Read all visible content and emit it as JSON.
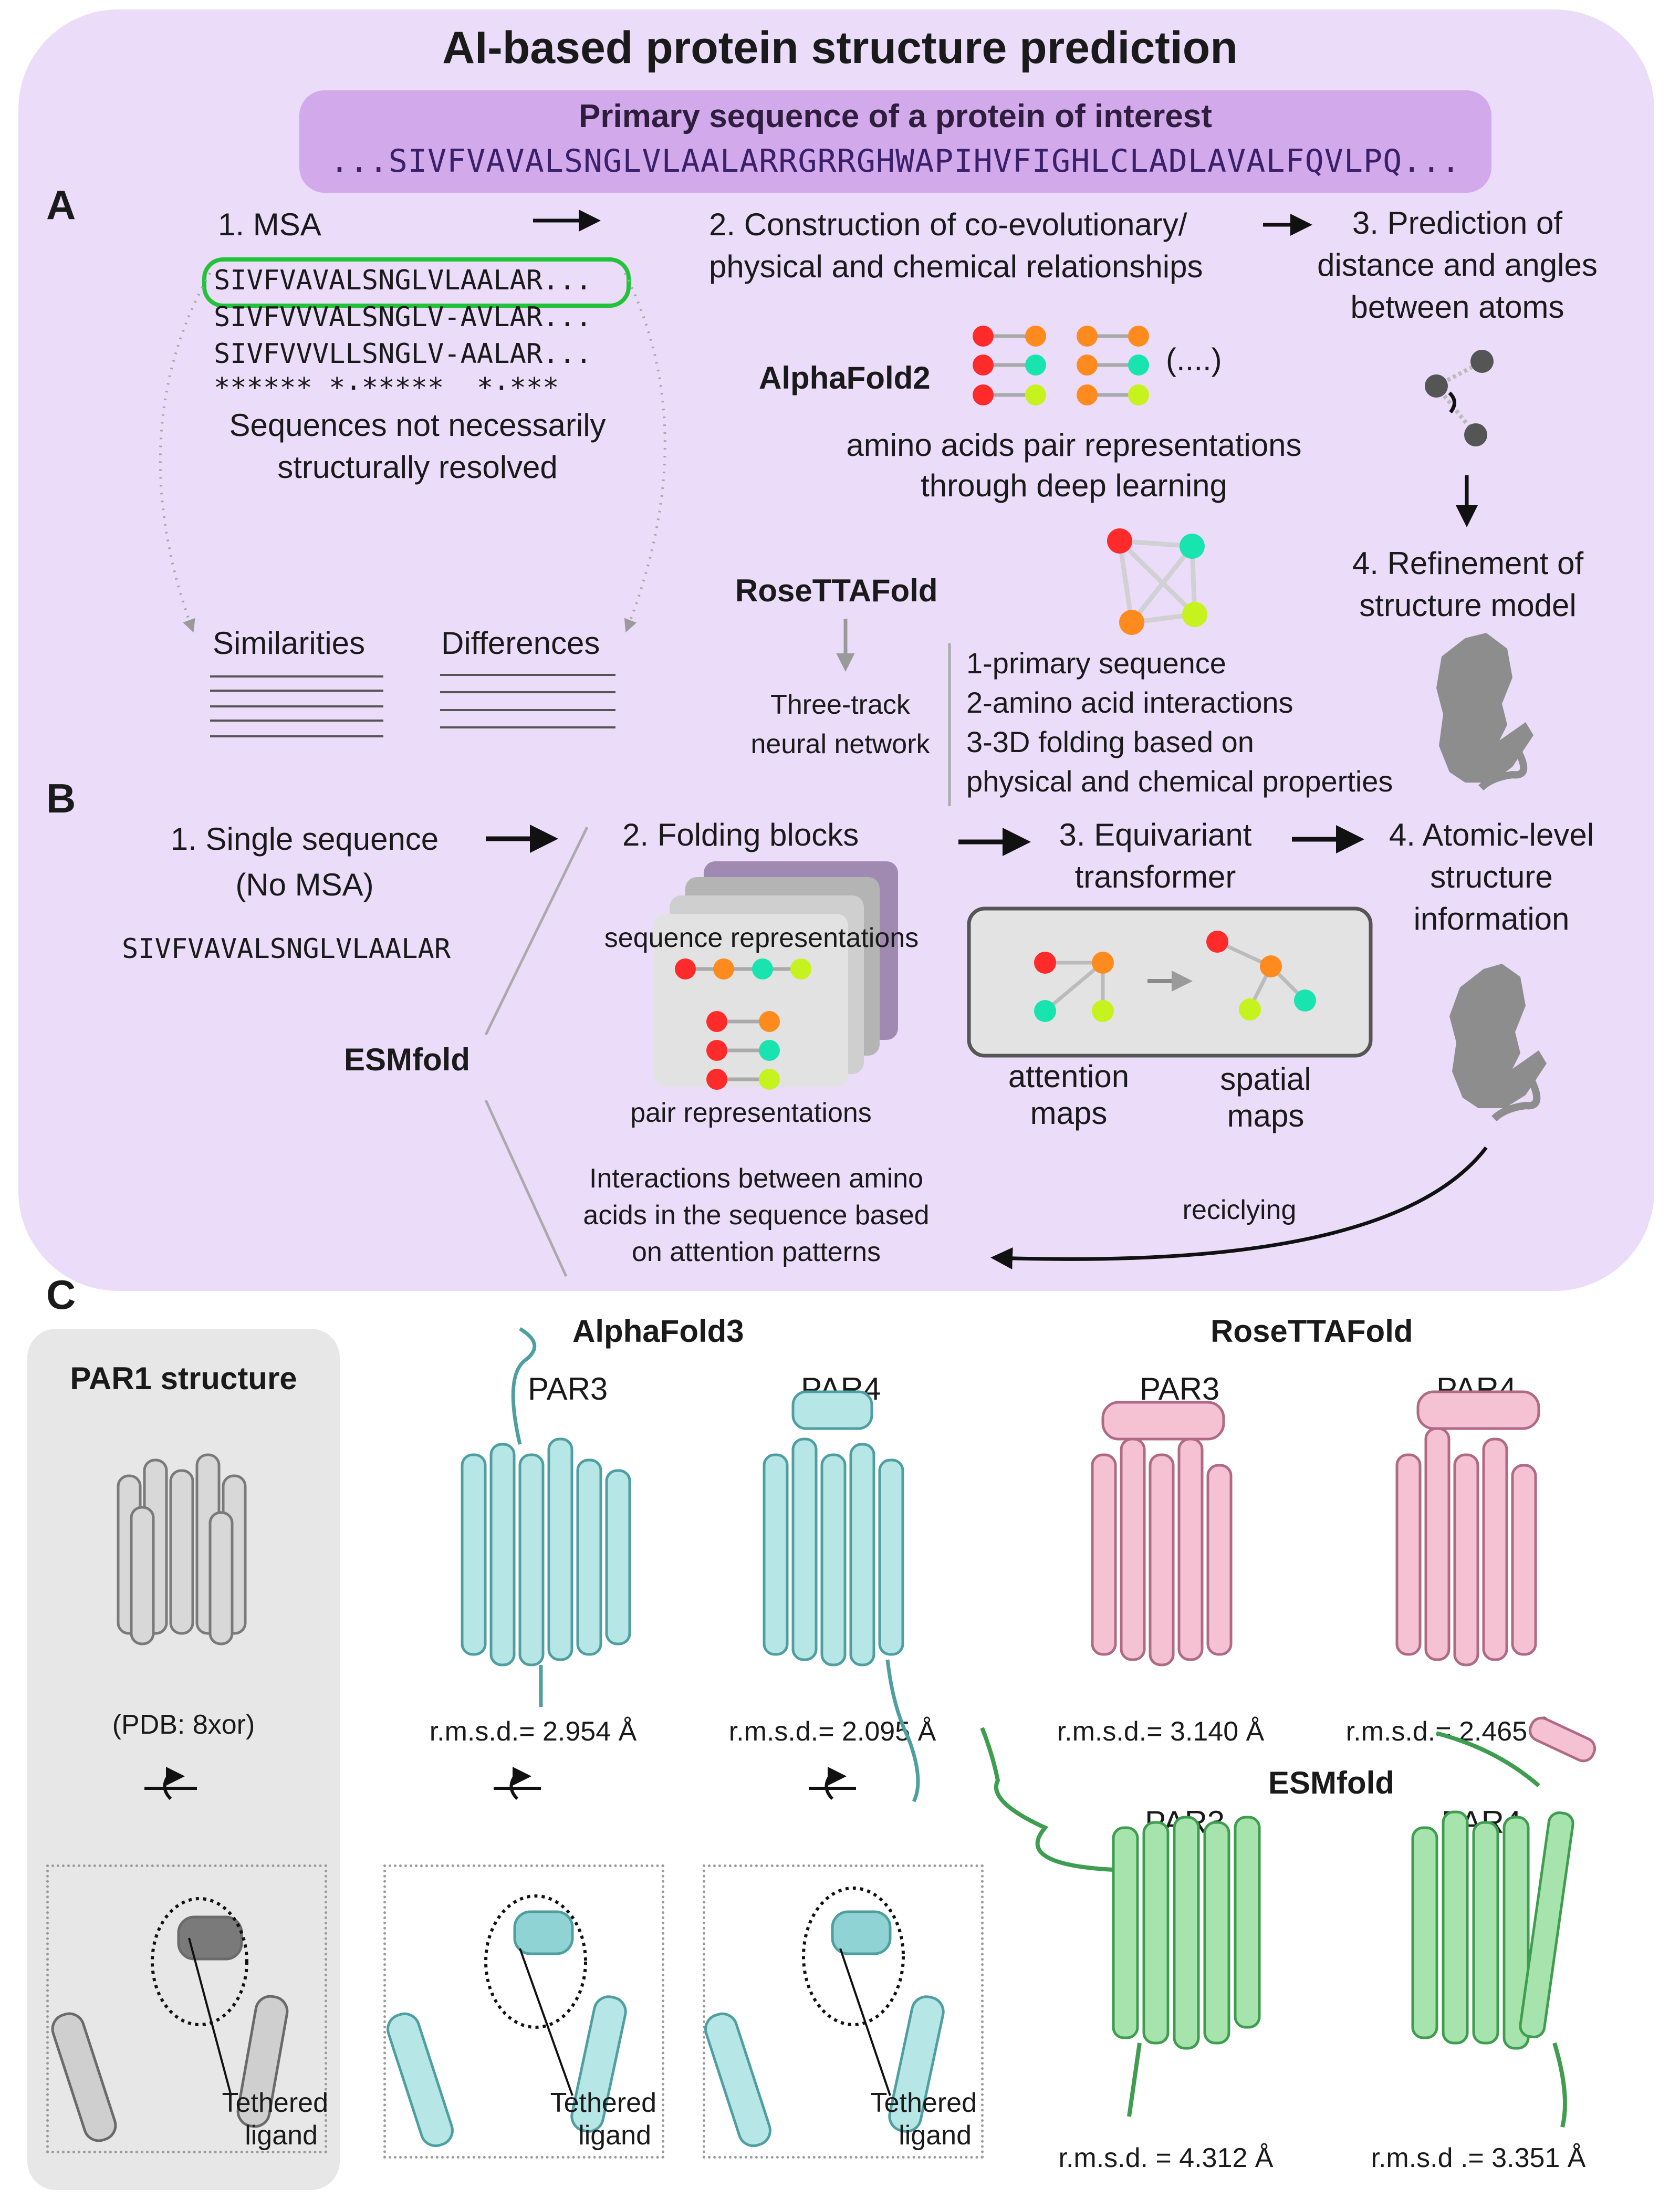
{
  "title": "AI-based protein structure prediction",
  "primary": {
    "heading": "Primary sequence of a protein of interest",
    "sequence": "...SIVFVAVALSNGLVLAALARRGRRGHWAPIHVFIGHLCLADLAVALFQVLPQ..."
  },
  "panel_a": {
    "letter": "A",
    "msa_label": "1. MSA",
    "msa_lines": [
      "SIVFVAVALSNGLVLAALAR...",
      "SIVFVVVALSNGLV-AVLAR...",
      "SIVFVVVLLSNGLV-AALAR..."
    ],
    "msa_stars": "****** *·*****  *·***",
    "msa_note_1": "Sequences not necessarily",
    "msa_note_2": "structurally resolved",
    "similarities": "Similarities",
    "differences": "Differences",
    "step2_1": "2. Construction of co-evolutionary/",
    "step2_2": "physical and chemical relationships",
    "step3_1": "3. Prediction of",
    "step3_2": "distance and angles",
    "step3_3": "between atoms",
    "alphafold2": "AlphaFold2",
    "ellipsis": "(....)",
    "pair_rep_1": "amino acids pair representations",
    "pair_rep_2": "through deep learning",
    "step4_1": "4. Refinement of",
    "step4_2": "structure model",
    "rosettafold": "RoseTTAFold",
    "three_track_1": "Three-track",
    "three_track_2": "neural network",
    "tracks": [
      "1-primary sequence",
      "2-amino acid interactions",
      "3-3D folding based on",
      "physical and chemical properties"
    ]
  },
  "panel_b": {
    "letter": "B",
    "single_1": "1. Single sequence",
    "single_2": "(No MSA)",
    "single_seq": "SIVFVAVALSNGLVLAALAR",
    "esmfold": "ESMfold",
    "folding": "2. Folding blocks",
    "seq_rep": "sequence representations",
    "pair_rep": "pair representations",
    "equi_1": "3. Equivariant",
    "equi_2": "transformer",
    "atomic_1": "4. Atomic-level",
    "atomic_2": "structure",
    "atomic_3": "information",
    "attention_1": "attention",
    "attention_2": "maps",
    "spatial_1": "spatial",
    "spatial_2": "maps",
    "interactions_1": "Interactions between amino",
    "interactions_2": "acids in the sequence based",
    "interactions_3": "on attention patterns",
    "recycling": "reciclying"
  },
  "panel_c": {
    "letter": "C",
    "par1_title": "PAR1 structure",
    "pdb": "(PDB: 8xor)",
    "alphafold3": "AlphaFold3",
    "rosettafold": "RoseTTAFold",
    "esmfold": "ESMfold",
    "par3": "PAR3",
    "par4": "PAR4",
    "rmsd_af3_par3": "r.m.s.d.= 2.954 Å",
    "rmsd_af3_par4": "r.m.s.d.= 2.095 Å",
    "rmsd_rf_par3": "r.m.s.d.= 3.140 Å",
    "rmsd_rf_par4": "r.m.s.d.= 2.465 Å",
    "rmsd_esm_par3": "r.m.s.d. = 4.312 Å",
    "rmsd_esm_par4": "r.m.s.d .= 3.351 Å",
    "tethered_1": "Tethered",
    "tethered_2": "ligand"
  },
  "colors": {
    "panel_purple": "#ebdcf9",
    "sequence_box": "#d2a9ea",
    "msa_highlight": "#22c33a",
    "red": "#ff2a2a",
    "orange": "#ff8a1e",
    "cyan": "#18e4b0",
    "lime": "#c6f21d",
    "gray_protein": "#8d8d8d",
    "cyan_protein": "#8fd3d4",
    "pink_protein": "#f0b1c6",
    "green_protein": "#7fd88a"
  }
}
